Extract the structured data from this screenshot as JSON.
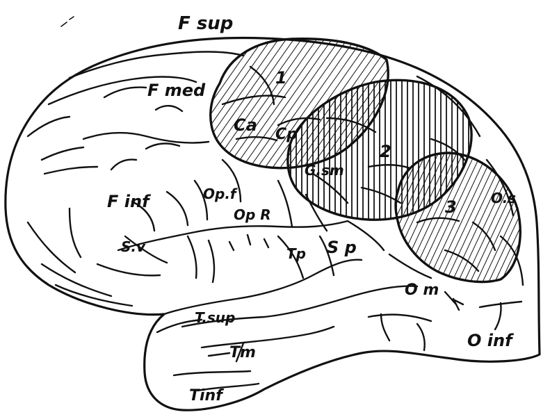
{
  "colors": {
    "ink": "#111111",
    "paper": "#ffffff"
  },
  "labels": {
    "f_sup": "F sup",
    "f_med": "F med",
    "f_inf": "F inf",
    "ca": "Ca",
    "cp": "Cp",
    "gsm": "G.sm",
    "op_f": "Op.f",
    "op_r": "Op R",
    "sv": "S.v",
    "tp": "Tp",
    "sp": "S p",
    "os": "O.s",
    "om": "O m",
    "oinf": "O inf",
    "tsup": "T.sup",
    "tm": "Tm",
    "tinf": "Tinf"
  },
  "zones": [
    {
      "id": "1",
      "label": "1"
    },
    {
      "id": "2",
      "label": "2"
    },
    {
      "id": "3",
      "label": "3"
    }
  ]
}
